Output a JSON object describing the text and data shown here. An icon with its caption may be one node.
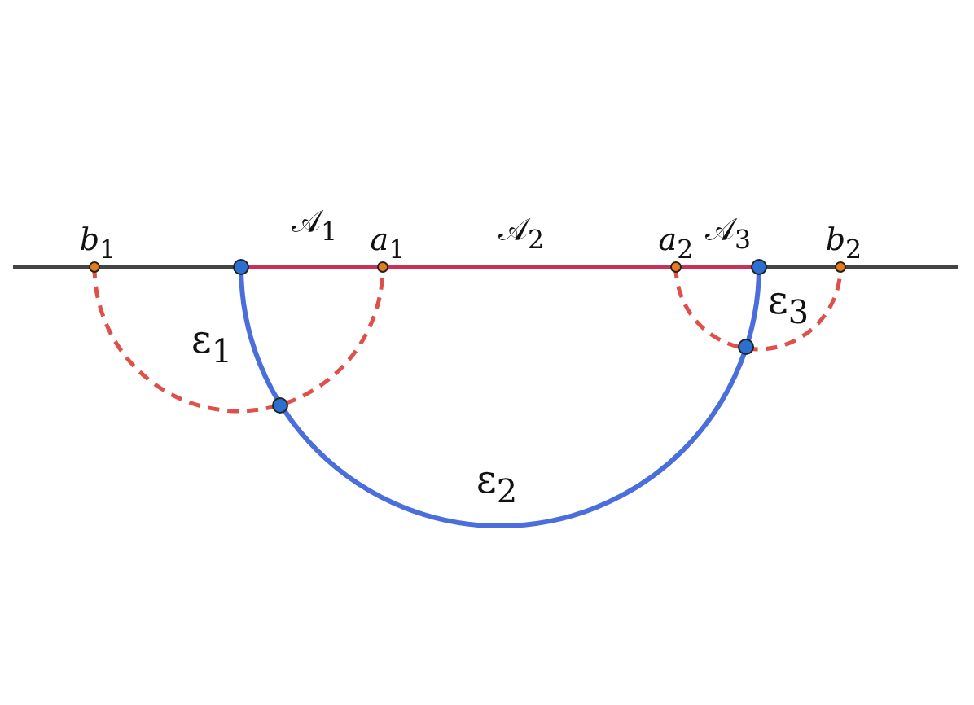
{
  "diagram": {
    "labels": [
      "*b*$_{1}$",
      "𝒜$_{1}$",
      "*a*$_{1}$",
      "𝒜$_{2}$",
      "*a*$_{2}$",
      "𝒜$_{3}$",
      "*b*$_{2}$",
      "ε$_{1}$",
      "ε$_{2}$",
      "ε$_{3}$"
    ]
  }
}
